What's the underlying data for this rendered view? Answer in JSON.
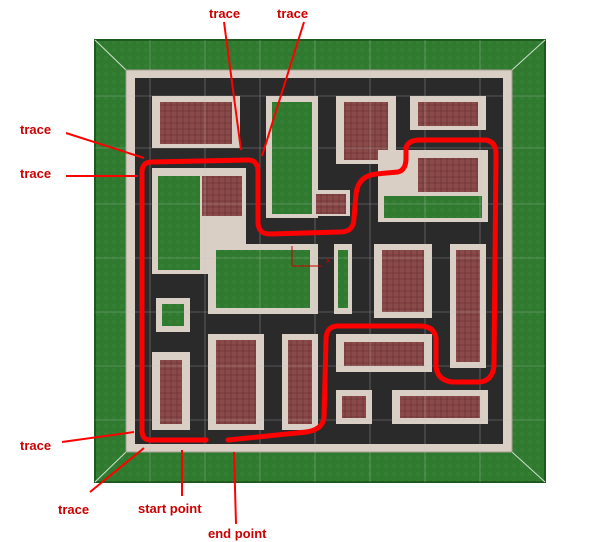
{
  "labels": {
    "trace": "trace",
    "start": "start point",
    "end": "end point"
  },
  "axis": {
    "x_marker": "x"
  },
  "colors": {
    "grass": "#2f7a2f",
    "grass_dark": "#1e5a1e",
    "road": "#2a2a2a",
    "sidewalk": "#d9cfc4",
    "roof": "#8a4a4a",
    "trace": "#ff0000",
    "label": "#cc0000",
    "grid": "#c8c8c8"
  },
  "map": {
    "description_icon": "city-block-map"
  }
}
